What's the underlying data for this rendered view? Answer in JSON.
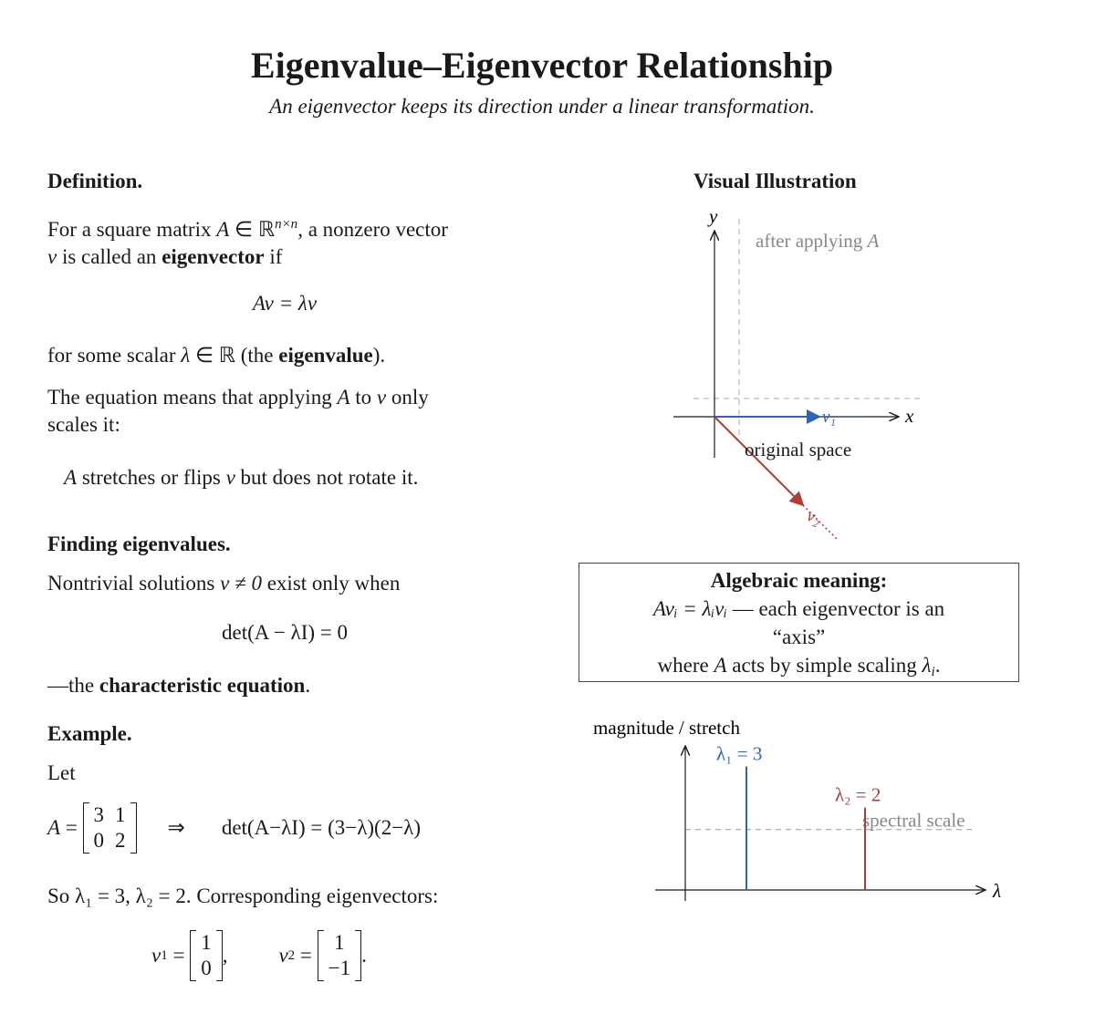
{
  "title": "Eigenvalue–Eigenvector Relationship",
  "subtitle": "An eigenvector keeps its direction under a linear transformation.",
  "definition": {
    "heading": "Definition.",
    "line1_pre": "For a square matrix ",
    "line1_mid": ", a nonzero vector",
    "line2_mid": " is called an ",
    "line2_bold": "eigenvector",
    "line2_post": " if",
    "equation": "Av = λv",
    "scalar_pre": "for some scalar ",
    "scalar_mid": " (the ",
    "scalar_bold": "eigenvalue",
    "scalar_post": ").",
    "meaning_line1_pre": "The equation means that applying ",
    "meaning_line1_mid": " to ",
    "meaning_line1_post": " only",
    "meaning_line2": "scales it:",
    "stretch_pre": " stretches or flips ",
    "stretch_post": " but does not rotate it."
  },
  "finding": {
    "heading": "Finding eigenvalues.",
    "line_pre": "Nontrivial solutions ",
    "line_mid": "v ≠ 0",
    "line_post": " exist only when",
    "equation": "det(A − λI) = 0",
    "char_pre": "—the ",
    "char_bold": "characteristic equation",
    "char_post": "."
  },
  "example": {
    "heading": "Example.",
    "let": "Let",
    "matrix_a": [
      [
        "3",
        "1"
      ],
      [
        "0",
        "2"
      ]
    ],
    "implies": "⇒",
    "det_expr": "det(A−λI) = (3−λ)(2−λ)",
    "so_line": "So λ₁ = 3, λ₂ = 2. Corresponding eigenvectors:",
    "v1": [
      "1",
      "0"
    ],
    "v2": [
      "1",
      "−1"
    ]
  },
  "illustration": {
    "heading": "Visual Illustration",
    "y_axis": "y",
    "x_axis": "x",
    "after_label": "after applying A",
    "original_label": "original space",
    "v1_label": "v₁",
    "v2_label": "v₂",
    "colors": {
      "v1": "#2f62b8",
      "v2": "#b33a35",
      "guide": "#aaaaaa"
    }
  },
  "algebraic": {
    "heading": "Algebraic meaning:",
    "line1_eq": "Avᵢ = λᵢvᵢ",
    "line1_post": " — each eigenvector is an",
    "line2": "“axis”",
    "line3_pre": "where ",
    "line3_mid": " acts by simple scaling ",
    "line3_post": "."
  },
  "chart_data": {
    "type": "bar",
    "categories": [
      "λ₁ = 3",
      "λ₂ = 2"
    ],
    "values": [
      3,
      2
    ],
    "ylabel": "magnitude / stretch",
    "xlabel": "λ",
    "reference_label": "spectral scale",
    "ylim": [
      0,
      3.5
    ],
    "colors": [
      "#2f62b8",
      "#b33a35"
    ]
  }
}
